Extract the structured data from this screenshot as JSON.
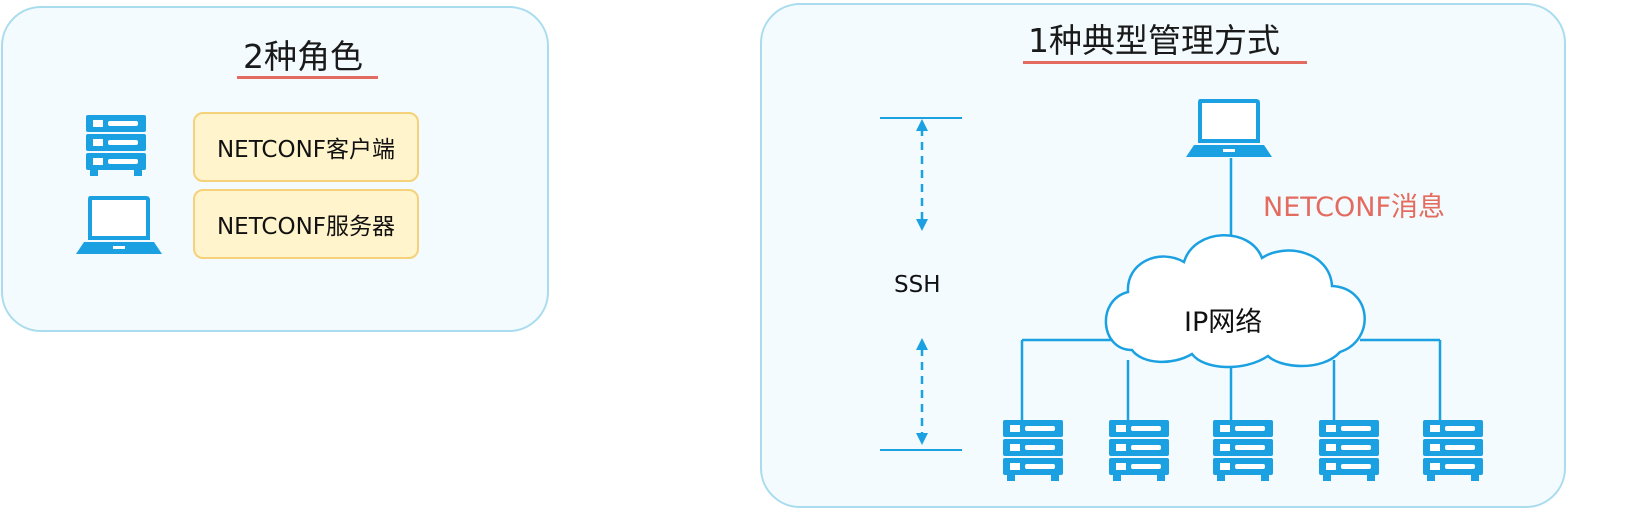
{
  "roles_panel": {
    "title": "2种角色",
    "roles": [
      {
        "label": "NETCONF客户端",
        "icon": "server-icon"
      },
      {
        "label": "NETCONF服务器",
        "icon": "laptop-icon"
      }
    ]
  },
  "management_panel": {
    "title": "1种典型管理方式",
    "ssh_label": "SSH",
    "message_label": "NETCONF消息",
    "network_label": "IP网络",
    "top_device_icon": "laptop-icon",
    "bottom_device_icon": "server-icon",
    "server_count": 5
  },
  "colors": {
    "icon_blue": "#1ba1e2",
    "panel_fill": "#f3fbfe",
    "panel_border": "#a9dcee",
    "role_box_fill": "#fff4cc",
    "role_box_border": "#f5d27a",
    "underline": "#e46b5f",
    "message_text": "#e46b5f"
  }
}
